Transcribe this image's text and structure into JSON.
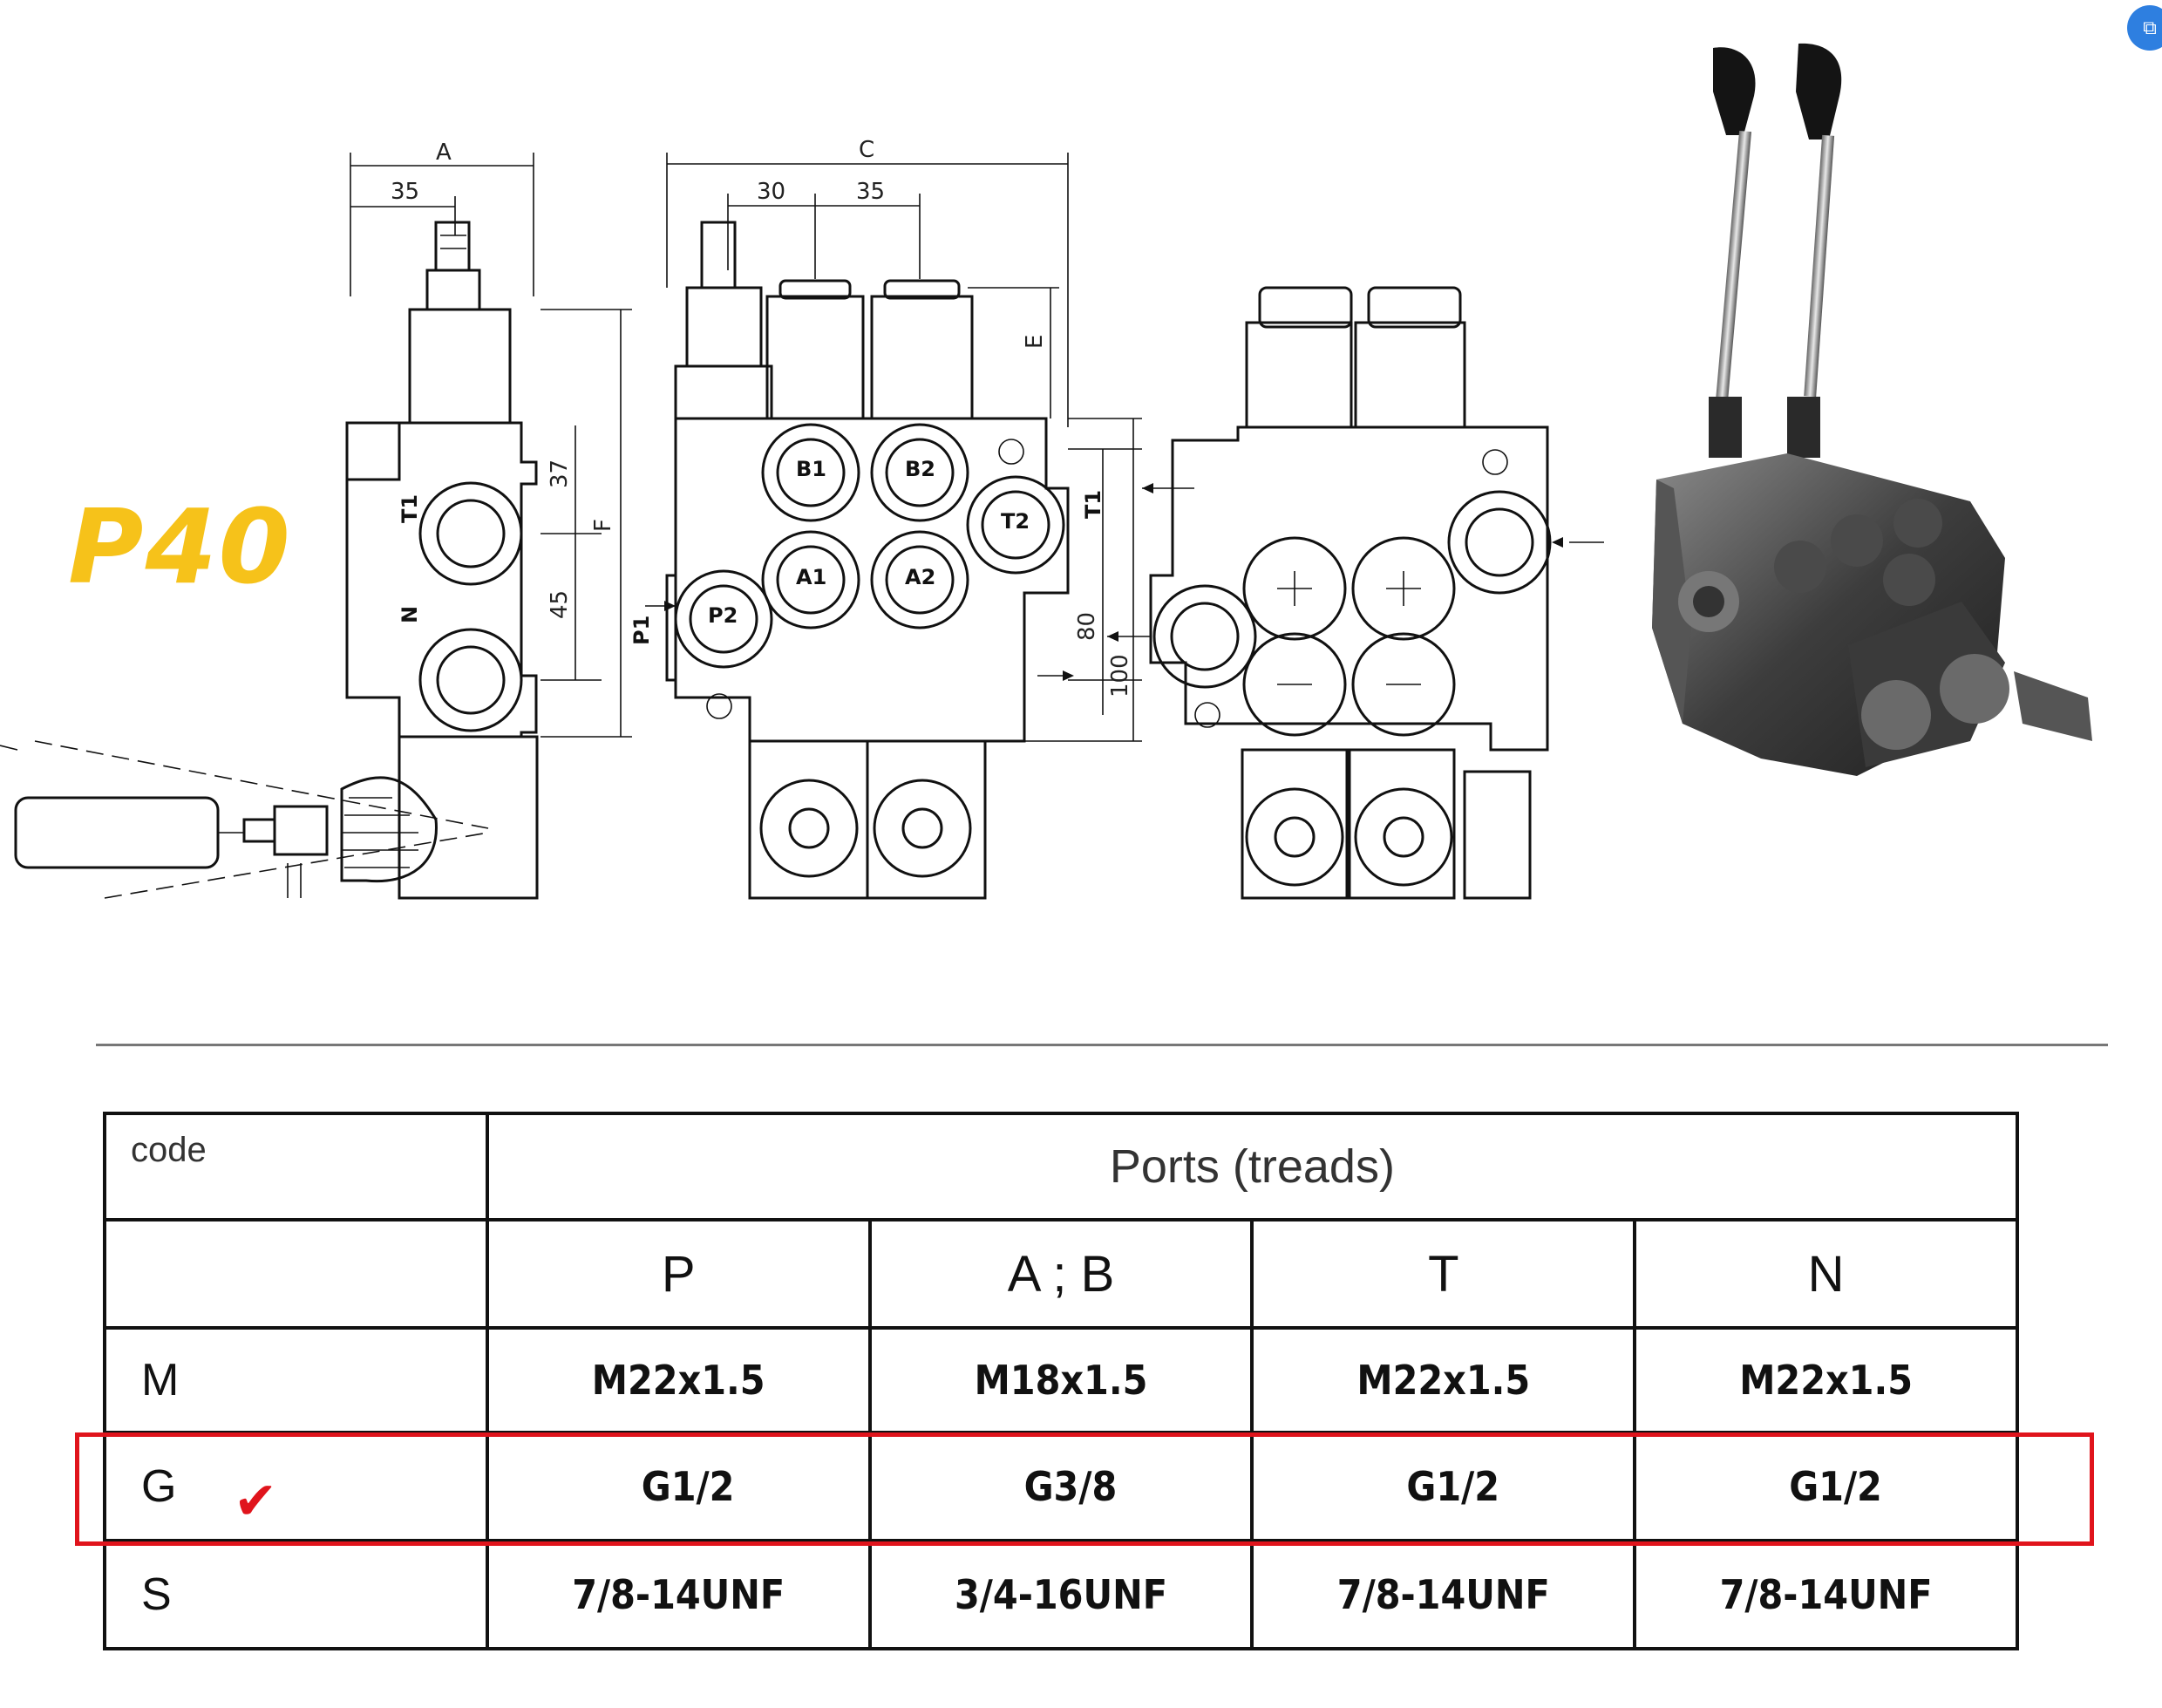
{
  "model_label": "P40",
  "dimensions": {
    "A": "A",
    "C": "C",
    "E": "E",
    "F": "F",
    "d35a": "35",
    "d30": "30",
    "d35b": "35",
    "d37": "37",
    "d45": "45",
    "d80": "80",
    "d100": "100"
  },
  "port_labels": {
    "T1": "T1",
    "N": "N",
    "P1": "P1",
    "P2": "P2",
    "A1": "A1",
    "A2": "A2",
    "B1": "B1",
    "B2": "B2",
    "T2": "T2",
    "T1b": "T1"
  },
  "table": {
    "code_header": "code",
    "ports_header": "Ports (treads)",
    "columns": [
      "P",
      "A ; B",
      "T",
      "N"
    ],
    "rows": [
      {
        "code": "M",
        "values": [
          "M22x1.5",
          "M18x1.5",
          "M22x1.5",
          "M22x1.5"
        ]
      },
      {
        "code": "G",
        "values": [
          "G1/2",
          "G3/8",
          "G1/2",
          "G1/2"
        ]
      },
      {
        "code": "S",
        "values": [
          "7/8-14UNF",
          "3/4-16UNF",
          "7/8-14UNF",
          "7/8-14UNF"
        ]
      }
    ],
    "highlighted_code": "G"
  },
  "colors": {
    "label": "#f6c21a",
    "highlight": "#e0141c",
    "icon": "#2e7fe0"
  },
  "icons": {
    "top_right": "app-badge-icon",
    "check": "check-mark-icon"
  }
}
